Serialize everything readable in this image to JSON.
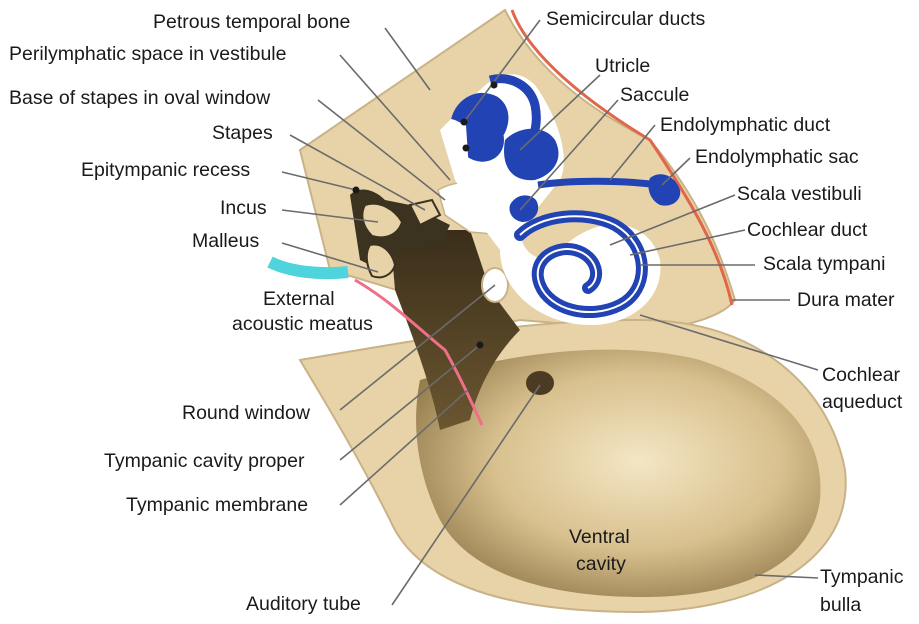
{
  "figure": {
    "labels": {
      "petrous_temporal_bone": "Petrous temporal bone",
      "perilymphatic_space": "Perilymphatic space in vestibule",
      "base_of_stapes": "Base of stapes in oval window",
      "stapes": "Stapes",
      "epitympanic_recess": "Epitympanic recess",
      "incus": "Incus",
      "malleus": "Malleus",
      "external_acoustic_meatus": [
        "External",
        "acoustic meatus"
      ],
      "round_window": "Round window",
      "tympanic_cavity_proper": "Tympanic cavity proper",
      "tympanic_membrane": "Tympanic membrane",
      "auditory_tube": "Auditory tube",
      "semicircular_ducts": "Semicircular ducts",
      "utricle": "Utricle",
      "saccule": "Saccule",
      "endolymphatic_duct": "Endolymphatic duct",
      "endolymphatic_sac": "Endolymphatic sac",
      "scala_vestibuli": "Scala vestibuli",
      "cochlear_duct": "Cochlear duct",
      "scala_tympani": "Scala tympani",
      "dura_mater": "Dura mater",
      "cochlear_aqueduct": [
        "Cochlear",
        "aqueduct"
      ],
      "ventral_cavity": [
        "Ventral",
        "cavity"
      ],
      "tympanic_bulla": [
        "Tympanic",
        "bulla"
      ]
    },
    "colors": {
      "bone": "#e8d3a8",
      "bone_edge": "#c9b386",
      "cavity_dark": "#4a3b22",
      "bulla_inner": "#b49a68",
      "endolymph_blue": "#2143b3",
      "perilymph_white": "#ffffff",
      "dura_red": "#e0674b",
      "meatus_pink": "#ef6f88",
      "meatus_cyan": "#4fd4dd",
      "ossicle_dark": "#3b3220"
    }
  }
}
